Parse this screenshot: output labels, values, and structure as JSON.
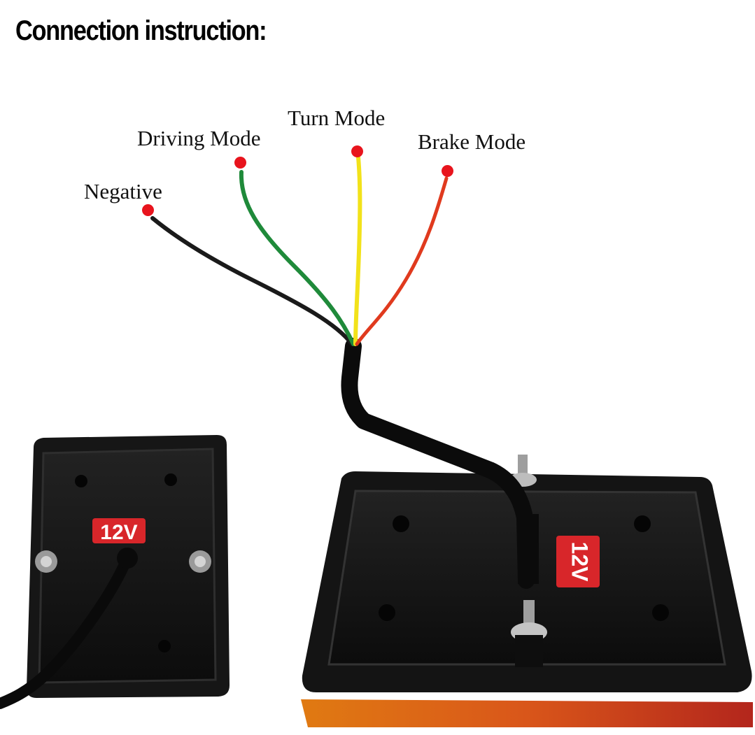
{
  "title": "Connection instruction:",
  "wires": [
    {
      "label": "Negative",
      "color": "#1a1a1a"
    },
    {
      "label": "Driving Mode",
      "color": "#1f8a3a"
    },
    {
      "label": "Turn Mode",
      "color": "#f2e21a"
    },
    {
      "label": "Brake Mode",
      "color": "#e03a1e"
    }
  ],
  "voltage_label": "12V",
  "marker_color": "#e8141d"
}
